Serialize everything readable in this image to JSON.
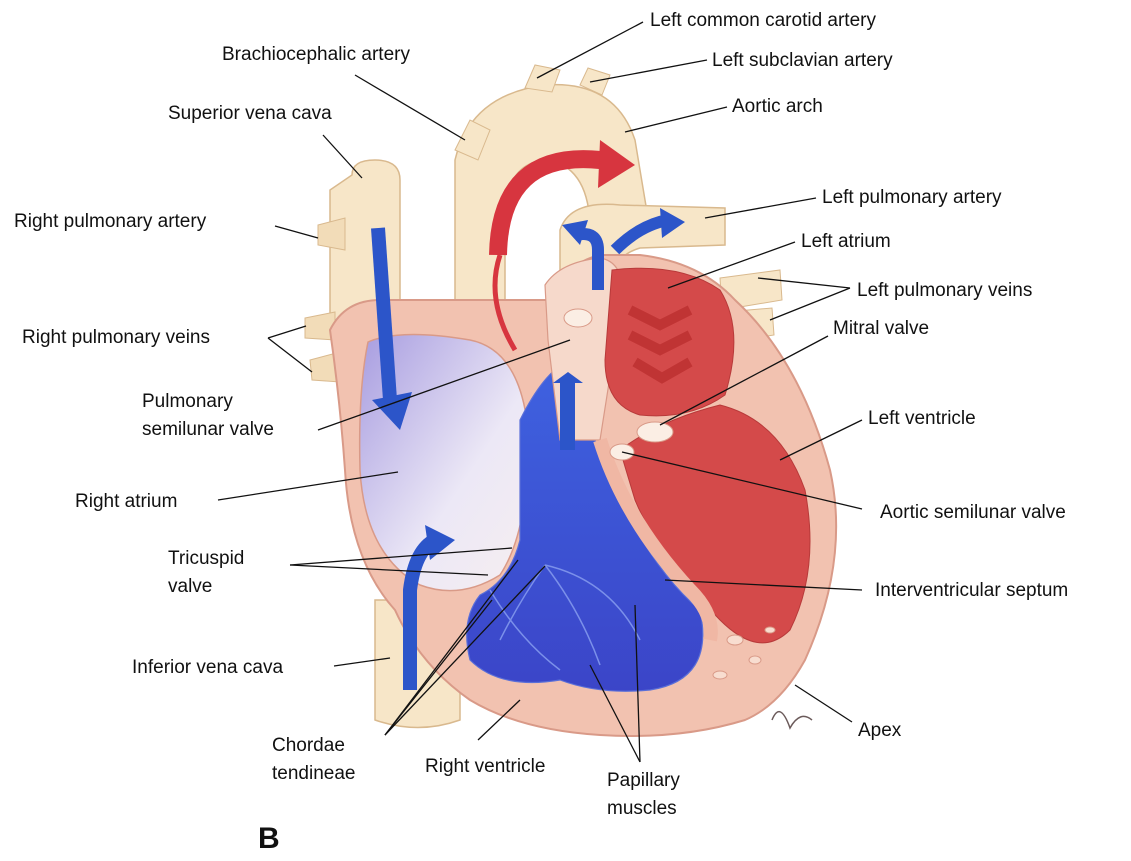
{
  "figure_label": "B",
  "labels": {
    "left_common_carotid_artery": "Left common carotid artery",
    "brachiocephalic_artery": "Brachiocephalic artery",
    "left_subclavian_artery": "Left subclavian artery",
    "superior_vena_cava": "Superior vena cava",
    "aortic_arch": "Aortic arch",
    "left_pulmonary_artery": "Left pulmonary artery",
    "right_pulmonary_artery": "Right pulmonary artery",
    "left_atrium": "Left atrium",
    "left_pulmonary_veins": "Left pulmonary veins",
    "right_pulmonary_veins": "Right pulmonary veins",
    "mitral_valve": "Mitral valve",
    "pulmonary_semilunar_valve_line1": "Pulmonary",
    "pulmonary_semilunar_valve_line2": "semilunar valve",
    "left_ventricle": "Left ventricle",
    "right_atrium": "Right atrium",
    "aortic_semilunar_valve": "Aortic semilunar valve",
    "tricuspid_valve_line1": "Tricuspid",
    "tricuspid_valve_line2": "valve",
    "interventricular_septum": "Interventricular septum",
    "inferior_vena_cava": "Inferior vena cava",
    "apex": "Apex",
    "chordae_tendineae_line1": "Chordae",
    "chordae_tendineae_line2": "tendineae",
    "right_ventricle": "Right ventricle",
    "papillary_muscles_line1": "Papillary",
    "papillary_muscles_line2": "muscles"
  },
  "colors": {
    "vessel": "#f7e6c8",
    "vessel_edge": "#d9b98e",
    "myocardium": "#f2c2b0",
    "oxygenated_flow": "#d7353f",
    "deoxygenated_flow": "#2c55c9",
    "right_chamber": "#3a4fd0",
    "left_chamber": "#d44a4a"
  }
}
